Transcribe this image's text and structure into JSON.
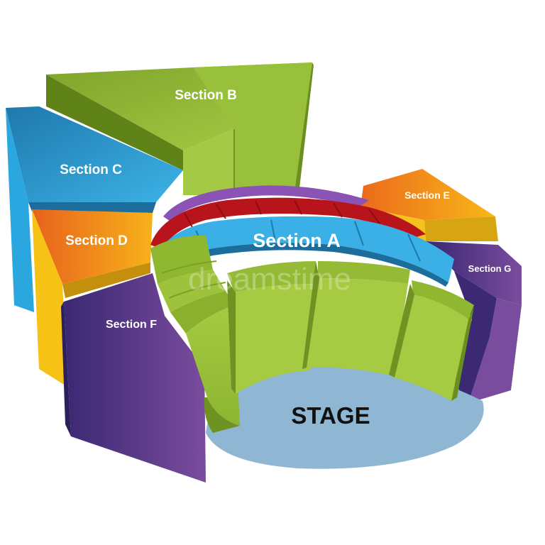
{
  "sections": {
    "a": {
      "label": "Section A"
    },
    "b": {
      "label": "Section B"
    },
    "c": {
      "label": "Section C"
    },
    "d": {
      "label": "Section D"
    },
    "e": {
      "label": "Section E"
    },
    "f": {
      "label": "Section F"
    },
    "g": {
      "label": "Section G"
    }
  },
  "stage": {
    "label": "STAGE"
  },
  "watermark": {
    "text": "dreamstime"
  },
  "colors": {
    "green": "#9dc238",
    "green_dark": "#6c8f1e",
    "blue": "#2e9fd6",
    "blue_dark": "#1f6f9e",
    "orange": "#f29a1c",
    "yellow": "#f7c414",
    "purple": "#6a3f95",
    "purple_dark": "#3d2a72",
    "red": "#b8141b",
    "stage": "#8fb6d3"
  }
}
